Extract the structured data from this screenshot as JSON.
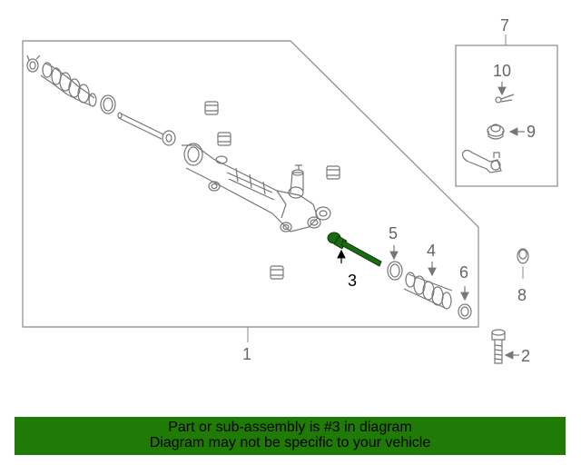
{
  "diagram": {
    "callouts": [
      "1",
      "2",
      "3",
      "4",
      "5",
      "6",
      "7",
      "8",
      "9",
      "10"
    ],
    "highlighted_part": "3"
  },
  "banner": {
    "line1": "Part or sub-assembly is #3 in diagram",
    "line2": "Diagram may not be specific to your vehicle",
    "color": "#1f7a06"
  },
  "colors": {
    "outline": "#777777",
    "highlight_part": "#1b6b12"
  }
}
